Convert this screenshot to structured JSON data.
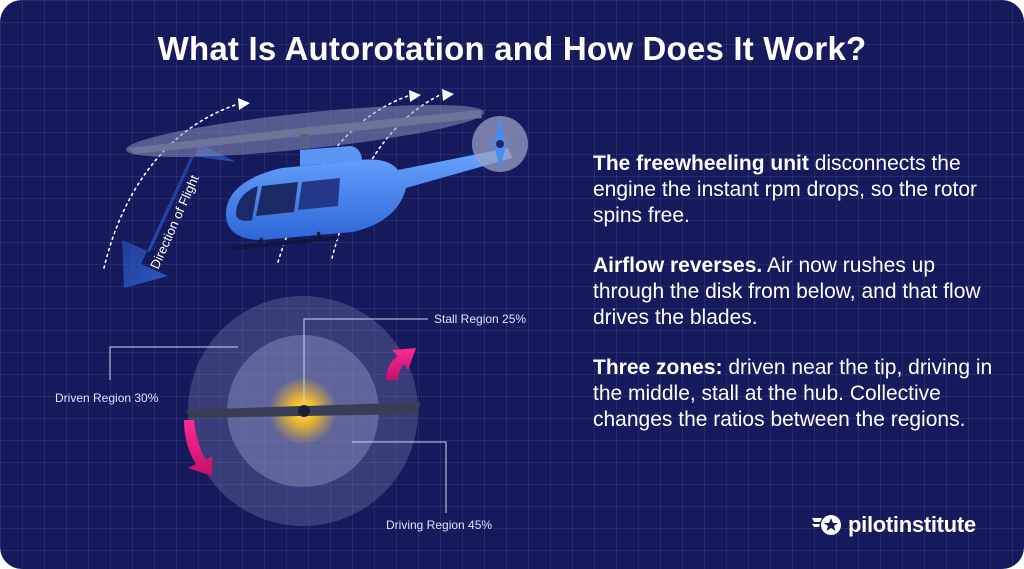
{
  "title": "What Is Autorotation and How Does It Work?",
  "direction_label": "Direction of Flight",
  "regions": {
    "stall": "Stall Region 25%",
    "driven": "Driven Region 30%",
    "driving": "Driving Region 45%"
  },
  "paragraphs": [
    {
      "bold": "The freewheeling unit",
      "text": " disconnects the engine the instant rpm drops, so the rotor spins free."
    },
    {
      "bold": "Airflow reverses.",
      "text": " Air now rushes up through the disk from below, and that flow drives the blades."
    },
    {
      "bold": "Three zones:",
      "text": " driven near the tip, driving in the middle, stall at the hub. Collective changes the ratios between the regions."
    }
  ],
  "logo": {
    "text": "pilotinstitute"
  },
  "colors": {
    "background": "#141a5c",
    "helicopter_body": "#4a8cf0",
    "arrow": "#2f6fe0",
    "rotation_arrow": "#e8167f",
    "hub_glow": "#ffd23a"
  },
  "icons": [
    "helicopter-illustration",
    "direction-arrow-icon",
    "rotation-arrow-icon",
    "star-wing-logo-icon"
  ]
}
